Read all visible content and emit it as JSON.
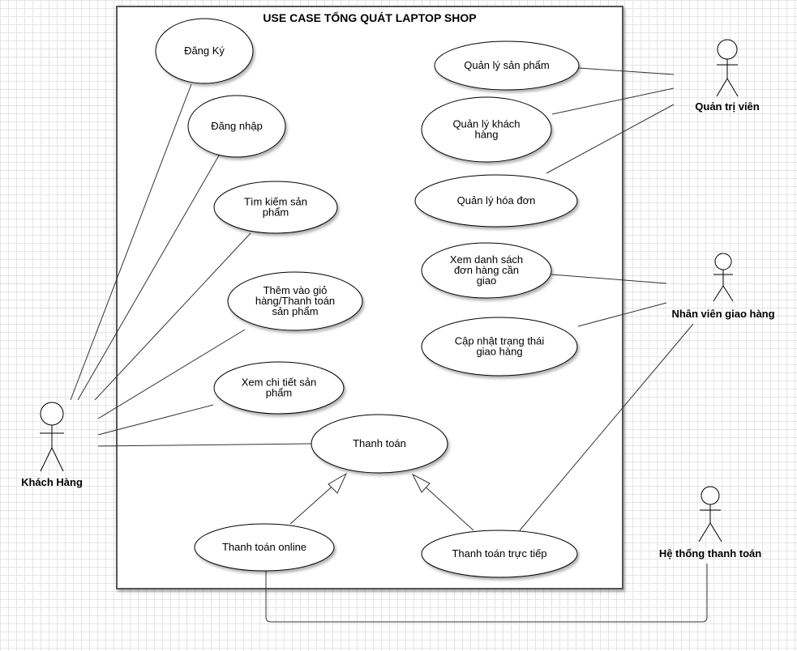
{
  "title": "USE CASE TỔNG QUÁT LAPTOP SHOP",
  "actors": {
    "khach_hang": "Khách Hàng",
    "quan_tri_vien": "Quản trị viên",
    "nhan_vien_giao_hang": "Nhân viên giao hàng",
    "he_thong_thanh_toan": "Hệ thống thanh toán"
  },
  "use_cases": {
    "dang_ky": [
      "Đăng Ký"
    ],
    "dang_nhap": [
      "Đăng nhập"
    ],
    "tim_kiem": [
      "Tìm kiếm sản",
      "phẩm"
    ],
    "them_gio_hang": [
      "Thêm vào giỏ",
      "hàng/Thanh toán",
      "sản phẩm"
    ],
    "xem_chi_tiet": [
      "Xem chi tiết sản",
      "phẩm"
    ],
    "thanh_toan": [
      "Thanh toán"
    ],
    "thanh_toan_online": [
      "Thanh toán online"
    ],
    "thanh_toan_truc_tiep": [
      "Thanh toán trực tiếp"
    ],
    "quan_ly_san_pham": [
      "Quản lý sản  phẩm"
    ],
    "quan_ly_khach_hang": [
      "Quản lý khách",
      "hàng"
    ],
    "quan_ly_hoa_don": [
      "Quản lý hóa đơn"
    ],
    "xem_don_hang": [
      "Xem danh sách",
      "đơn hàng cần",
      "giao"
    ],
    "cap_nhat_trang_thai": [
      "Cập nhật trạng thái",
      "giao hàng"
    ]
  }
}
